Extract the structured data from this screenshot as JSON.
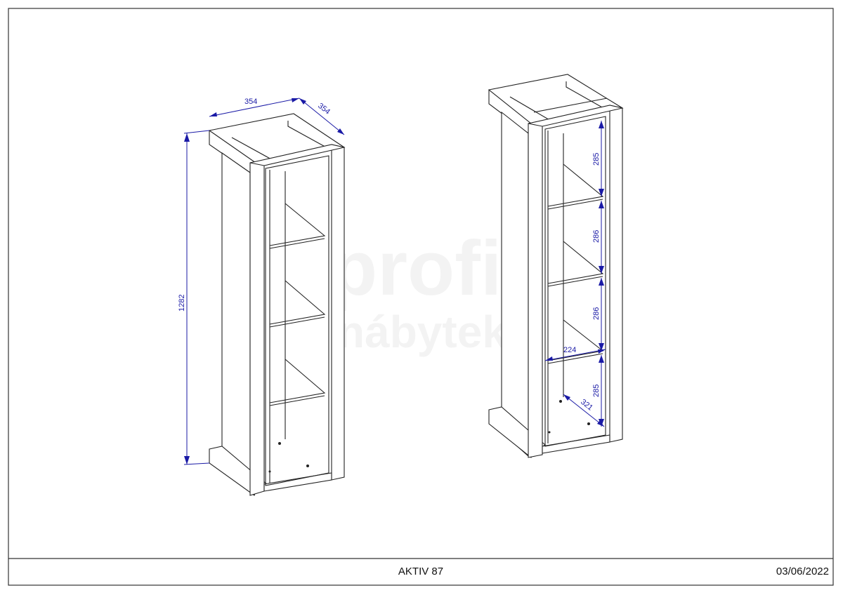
{
  "footer": {
    "title": "AKTIV 87",
    "date": "03/06/2022"
  },
  "watermark": {
    "line1": "profi",
    "line2": "nábytek"
  },
  "left_view": {
    "dim_width": "354",
    "dim_depth": "354",
    "dim_height": "1282"
  },
  "right_view": {
    "dim_shelf_1": "285",
    "dim_shelf_2": "286",
    "dim_shelf_3": "286",
    "dim_shelf_4": "285",
    "dim_inner_width": "224",
    "dim_inner_depth": "321"
  },
  "colors": {
    "outline": "#222222",
    "dimension": "#1a1aa6",
    "frame": "#333333"
  }
}
